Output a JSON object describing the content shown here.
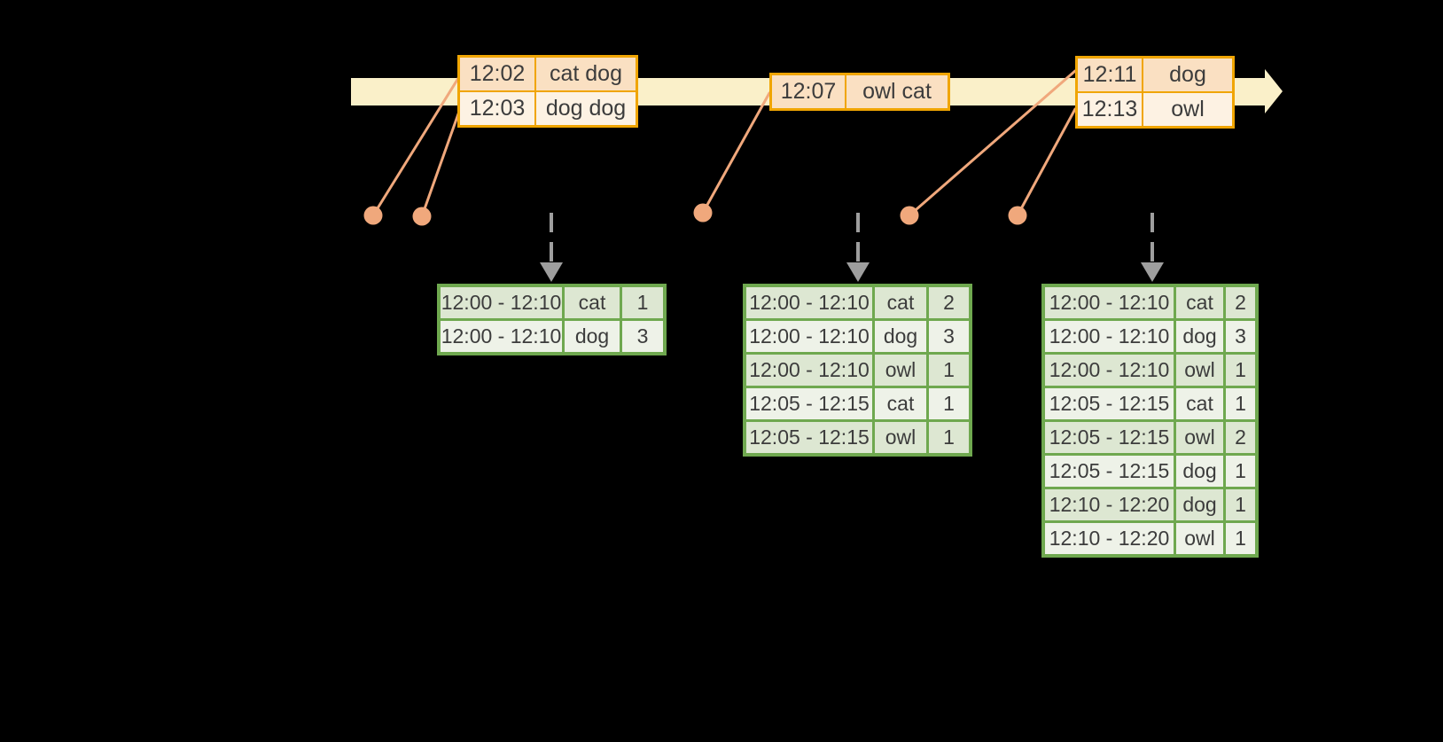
{
  "colors": {
    "background": "#000000",
    "timeline_fill": "#faf0c9",
    "event_table_border": "#f0a502",
    "event_row_dark": "#fae0c2",
    "event_row_light": "#fdf2e3",
    "connector": "#f0a87c",
    "trigger_arrow": "#9e9e9e",
    "result_table_border": "#6fa84f",
    "result_row_dark": "#dde7d2",
    "result_row_light": "#eef2e8",
    "text": "#3c3c3c"
  },
  "icons": {
    "timeline_arrow": "right-arrow",
    "event_dot": "circle-marker",
    "trigger_arrow": "dashed-down-arrow"
  },
  "timeline": {
    "event_tables": [
      {
        "rows": [
          {
            "time": "12:02",
            "words": "cat dog"
          },
          {
            "time": "12:03",
            "words": "dog dog"
          }
        ]
      },
      {
        "rows": [
          {
            "time": "12:07",
            "words": "owl cat"
          }
        ]
      },
      {
        "rows": [
          {
            "time": "12:11",
            "words": "dog"
          },
          {
            "time": "12:13",
            "words": "owl"
          }
        ]
      }
    ]
  },
  "result_tables": [
    {
      "rows": [
        {
          "window": "12:00 - 12:10",
          "word": "cat",
          "count": "1"
        },
        {
          "window": "12:00 - 12:10",
          "word": "dog",
          "count": "3"
        }
      ]
    },
    {
      "rows": [
        {
          "window": "12:00 - 12:10",
          "word": "cat",
          "count": "2"
        },
        {
          "window": "12:00 - 12:10",
          "word": "dog",
          "count": "3"
        },
        {
          "window": "12:00 - 12:10",
          "word": "owl",
          "count": "1"
        },
        {
          "window": "12:05 - 12:15",
          "word": "cat",
          "count": "1"
        },
        {
          "window": "12:05 - 12:15",
          "word": "owl",
          "count": "1"
        }
      ]
    },
    {
      "rows": [
        {
          "window": "12:00 - 12:10",
          "word": "cat",
          "count": "2"
        },
        {
          "window": "12:00 - 12:10",
          "word": "dog",
          "count": "3"
        },
        {
          "window": "12:00 - 12:10",
          "word": "owl",
          "count": "1"
        },
        {
          "window": "12:05 - 12:15",
          "word": "cat",
          "count": "1"
        },
        {
          "window": "12:05 - 12:15",
          "word": "owl",
          "count": "2"
        },
        {
          "window": "12:05 - 12:15",
          "word": "dog",
          "count": "1"
        },
        {
          "window": "12:10 - 12:20",
          "word": "dog",
          "count": "1"
        },
        {
          "window": "12:10 - 12:20",
          "word": "owl",
          "count": "1"
        }
      ]
    }
  ]
}
